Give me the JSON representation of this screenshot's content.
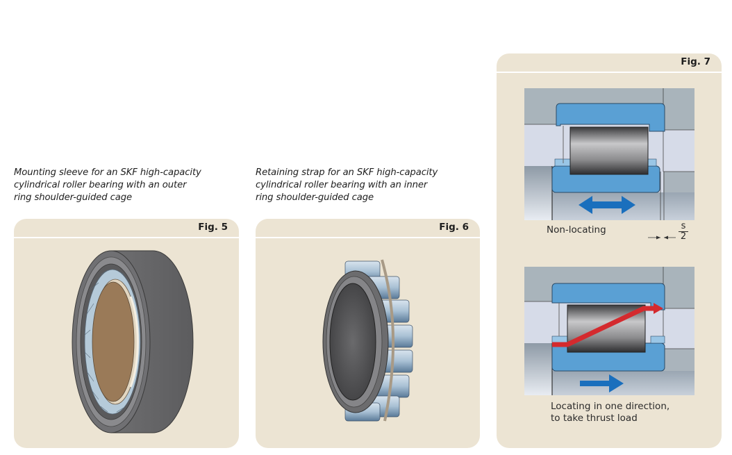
{
  "captions": {
    "fig5": [
      "Mounting sleeve for an SKF high-capacity",
      "cylindrical roller bearing with an outer",
      "ring shoulder-guided cage"
    ],
    "fig6": [
      "Retaining strap for an SKF high-capacity",
      "cylindrical roller bearing with an inner",
      "ring shoulder-guided cage"
    ]
  },
  "figures": {
    "fig5": {
      "label": "Fig. 5",
      "illustration": "bearing-with-mounting-sleeve"
    },
    "fig6": {
      "label": "Fig. 6",
      "illustration": "roller-cage-with-retaining-strap"
    },
    "fig7": {
      "label": "Fig. 7",
      "top_diagram": {
        "label": "Non-locating",
        "dimension_numerator": "s",
        "dimension_denominator": "2",
        "arrow": "double-arrow-icon"
      },
      "bottom_diagram": {
        "label_lines": [
          "Locating in one direction,",
          "to take thrust load"
        ],
        "arrow": "right-arrow-icon",
        "load_path": "thrust-load-arrow"
      }
    }
  },
  "colors": {
    "panel_bg": "#ece4d3",
    "ring_blue": "#5aa0d4",
    "arrow_blue": "#1a6fbd",
    "load_red": "#d42a2e",
    "housing_gray": "#a9b4bb",
    "shaft_light": "#d6dbe8"
  }
}
